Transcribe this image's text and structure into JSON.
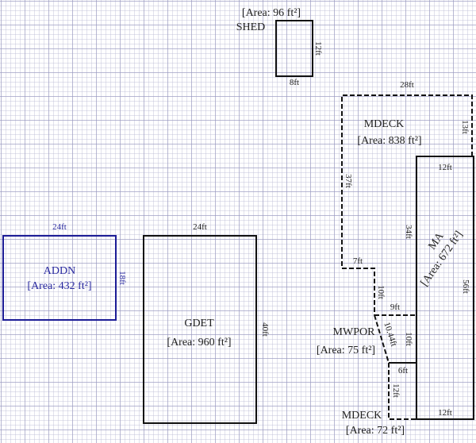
{
  "colors": {
    "black": "#111111",
    "blue": "#1c1c96",
    "grid": "#c8c8dc"
  },
  "areas": {
    "shed": {
      "name": "SHED",
      "area": "[Area: 96 ft²]",
      "width": "8ft",
      "height": "12ft"
    },
    "mdeck_large": {
      "name": "MDECK",
      "area": "[Area: 838 ft²]",
      "top": "28ft",
      "right": "13ft",
      "left": "37ft",
      "step": "7ft",
      "inner": "34ft"
    },
    "ma": {
      "name": "MA",
      "area": "[Area: 672 ft²]",
      "top": "12ft",
      "right": "56ft",
      "bottom": "12ft"
    },
    "addn": {
      "name": "ADDN",
      "area": "[Area: 432 ft²]",
      "top": "24ft",
      "right": "18ft"
    },
    "gdet": {
      "name": "GDET",
      "area": "[Area: 960 ft²]",
      "top": "24ft",
      "right": "40ft"
    },
    "mwpor": {
      "name": "MWPOR",
      "area": "[Area: 75 ft²]",
      "left": "10ft",
      "top": "9ft",
      "diag": "10.44ft",
      "right": "10ft"
    },
    "mdeck_small": {
      "name": "MDECK",
      "area": "[Area: 72 ft²]",
      "top": "6ft",
      "left": "12ft"
    }
  }
}
